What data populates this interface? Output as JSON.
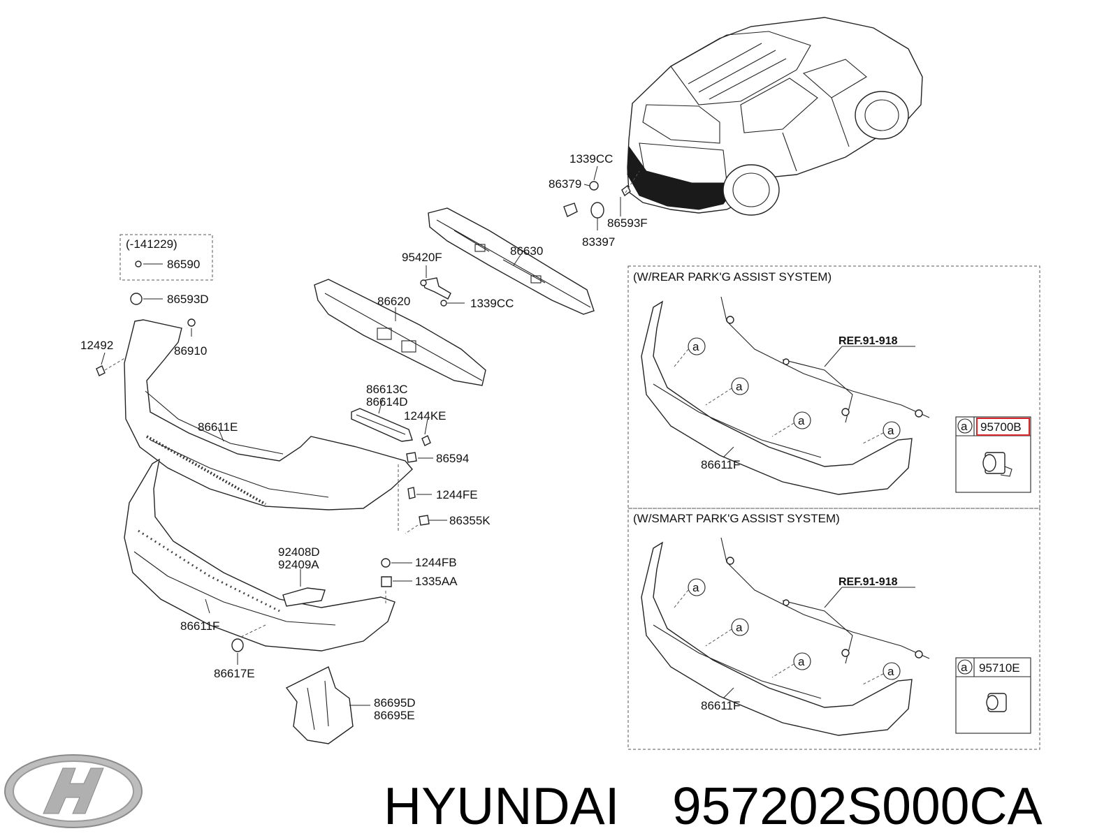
{
  "brand": "HYUNDAI",
  "part_number": "957202S000CA",
  "callouts": {
    "c1339CC_top": "1339CC",
    "c86379": "86379",
    "c86593F": "86593F",
    "c83397": "83397",
    "c95420F": "95420F",
    "c86630": "86630",
    "c1339CC_mid": "1339CC",
    "c86620": "86620",
    "c141229": "(-141229)",
    "c86590": "86590",
    "c86593D": "86593D",
    "c12492": "12492",
    "c86910": "86910",
    "c86613C": "86613C",
    "c86614D": "86614D",
    "c1244KE": "1244KE",
    "c86594": "86594",
    "c86611E": "86611E",
    "c1244FE": "1244FE",
    "c86355K": "86355K",
    "c92408D": "92408D",
    "c92409A": "92409A",
    "c1244FB": "1244FB",
    "c1335AA": "1335AA",
    "c86611F": "86611F",
    "c86617E": "86617E",
    "c86695D": "86695D",
    "c86695E": "86695E"
  },
  "box_rear": {
    "title": "(W/REAR PARK'G ASSIST SYSTEM)",
    "ref": "REF.91-918",
    "bumper": "86611F",
    "marker": "a",
    "sensor": "95700B",
    "highlight_color": "#d9262b"
  },
  "box_smart": {
    "title": "(W/SMART PARK'G ASSIST SYSTEM)",
    "ref": "REF.91-918",
    "bumper": "86611F",
    "marker": "a",
    "sensor": "95710E"
  },
  "icons": [
    "hyundai-logo-icon",
    "vehicle-illustration-icon",
    "parking-sensor-icon"
  ]
}
